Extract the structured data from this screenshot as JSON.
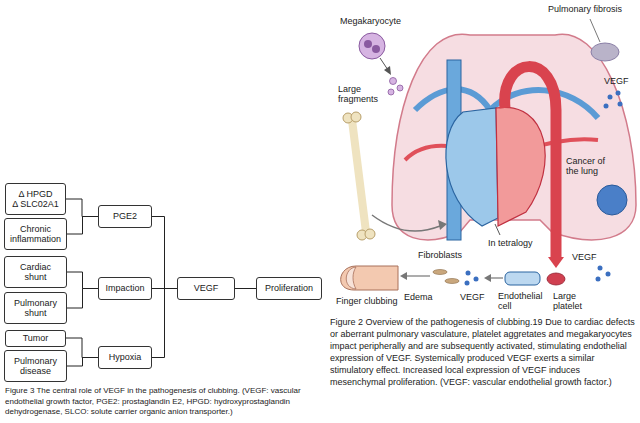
{
  "diagram": {
    "caption": "Figure 3 The central role of VEGF in the pathogenesis of clubbing. (VEGF: vascular endothelial growth factor, PGE2: prostaglandin E2, HPGD: hydroxyprostaglandin dehydrogenase, SLCO: solute carrier organic anion transporter.)",
    "nodes": [
      {
        "text": [
          "Δ HPGD",
          "Δ SLC02A1"
        ]
      },
      {
        "text": [
          "Chronic inflammation"
        ]
      },
      {
        "text": [
          "PGE2"
        ]
      },
      {
        "text": [
          "Cardiac shunt"
        ]
      },
      {
        "text": [
          "Pulmonary shunt"
        ]
      },
      {
        "text": [
          "Impaction"
        ]
      },
      {
        "text": [
          "VEGF"
        ]
      },
      {
        "text": [
          "Proliferation"
        ]
      },
      {
        "text": [
          "Tumor"
        ]
      },
      {
        "text": [
          "Pulmonary disease"
        ]
      },
      {
        "text": [
          "Hypoxia"
        ]
      }
    ],
    "edges": [
      {
        "from": 0,
        "to": 2,
        "arrow": "none"
      },
      {
        "from": 1,
        "to": 2,
        "arrow": "none"
      },
      {
        "from": 3,
        "to": 5,
        "arrow": "none"
      },
      {
        "from": 4,
        "to": 5,
        "arrow": "none"
      },
      {
        "from": 8,
        "to": 10,
        "arrow": "none"
      },
      {
        "from": 9,
        "to": 10,
        "arrow": "none"
      },
      {
        "from": 2,
        "to": 6,
        "arrow": "none"
      },
      {
        "from": 5,
        "to": 6,
        "arrow": "none"
      },
      {
        "from": 10,
        "to": 6,
        "arrow": "none"
      },
      {
        "from": 6,
        "to": 7,
        "arrow": "none"
      }
    ],
    "labels": [
      "Megakaryocyte",
      "Large fragments",
      "Pulmonary fibrosis",
      "VEGF",
      "Cancer of the lung",
      "In tetralogy",
      "Fibroblasts",
      "Finger clubbing",
      "Edema",
      "VEGF",
      "Endothelial cell",
      "Large platelet",
      "VEGF",
      "Figure 2 Overview of the pathogenesis of clubbing.19 Due to cardiac defects or aberrant pulmonary vasculature, platelet aggretates and megakaryocytes impact peripherally and are subsequently activated, stimulating endothelial expression of VEGF. Systemically produced VEGF exerts a similar stimulatory effect. Increased local expression of VEGF induces mesenchymal proliferation. (VEGF: vascular endothelial growth factor.)"
    ]
  }
}
